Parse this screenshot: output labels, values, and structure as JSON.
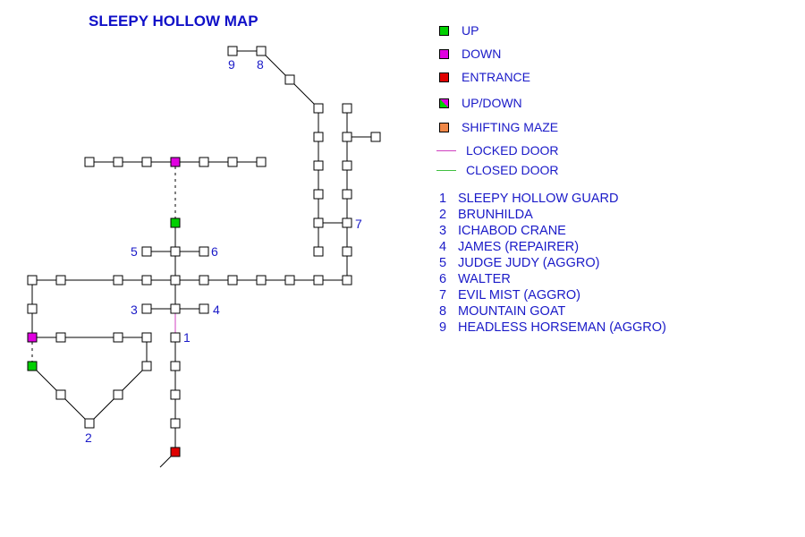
{
  "title": "SLEEPY HOLLOW MAP",
  "colors": {
    "text": "#1a1ac8",
    "up": "#00d000",
    "down": "#e000e0",
    "entrance": "#e00000",
    "shifting_maze": "#f08848",
    "locked_door": "#d040c0",
    "closed_door": "#40c040",
    "room": "#ffffff",
    "path": "#000000"
  },
  "legend": [
    {
      "key": "up",
      "label": "UP",
      "icon": "green-square"
    },
    {
      "key": "down",
      "label": "DOWN",
      "icon": "magenta-square"
    },
    {
      "key": "entrance",
      "label": "ENTRANCE",
      "icon": "red-square"
    },
    {
      "key": "updown",
      "label": "UP/DOWN",
      "icon": "diagonal-split-square"
    },
    {
      "key": "shifting_maze",
      "label": "SHIFTING MAZE",
      "icon": "orange-square"
    },
    {
      "key": "locked_door",
      "label": "LOCKED DOOR",
      "icon": "magenta-line"
    },
    {
      "key": "closed_door",
      "label": "CLOSED DOOR",
      "icon": "green-line"
    }
  ],
  "npcs": [
    {
      "num": "1",
      "name": "SLEEPY HOLLOW GUARD"
    },
    {
      "num": "2",
      "name": "BRUNHILDA"
    },
    {
      "num": "3",
      "name": "ICHABOD CRANE"
    },
    {
      "num": "4",
      "name": "JAMES (REPAIRER)"
    },
    {
      "num": "5",
      "name": "JUDGE JUDY (AGGRO)"
    },
    {
      "num": "6",
      "name": "WALTER"
    },
    {
      "num": "7",
      "name": "EVIL MIST (AGGRO)"
    },
    {
      "num": "8",
      "name": "MOUNTAIN GOAT"
    },
    {
      "num": "9",
      "name": "HEADLESS HORSEMAN (AGGRO)"
    }
  ],
  "map_labels": [
    "1",
    "2",
    "3",
    "4",
    "5",
    "6",
    "7",
    "8",
    "9"
  ]
}
